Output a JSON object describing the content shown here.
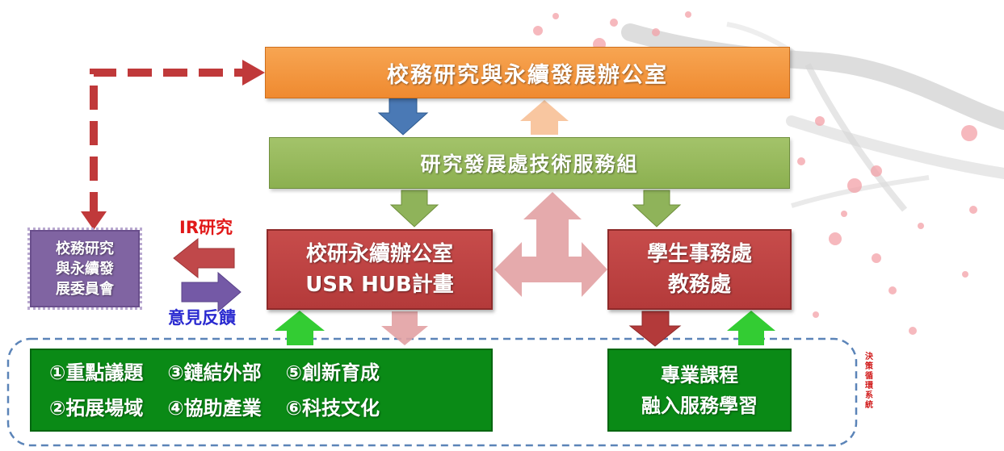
{
  "nodes": {
    "office": "校務研究與永續發展辦公室",
    "rd": "研究發展處技術服務組",
    "usr": [
      "校研永續辦公室",
      "USR HUB計畫"
    ],
    "student": [
      "學生事務處",
      "教務處"
    ],
    "committee": [
      "校務研究",
      "與永續發",
      "展委員會"
    ],
    "topics": [
      [
        "①重點議題",
        "③鏈結外部",
        "⑤創新育成"
      ],
      [
        "②拓展場域",
        "④協助產業",
        "⑥科技文化"
      ]
    ],
    "course": [
      "專業課程",
      "融入服務學習"
    ]
  },
  "labels": {
    "ir": "IR研究",
    "feedback": "意見反饋",
    "cycle": [
      "決",
      "策",
      "循",
      "環",
      "系",
      "統"
    ]
  },
  "colors": {
    "orange": "#ef8a30",
    "green_light": "#8cb050",
    "red": "#b43a3a",
    "purple": "#8064a2",
    "green_dark": "#0a8a16"
  }
}
